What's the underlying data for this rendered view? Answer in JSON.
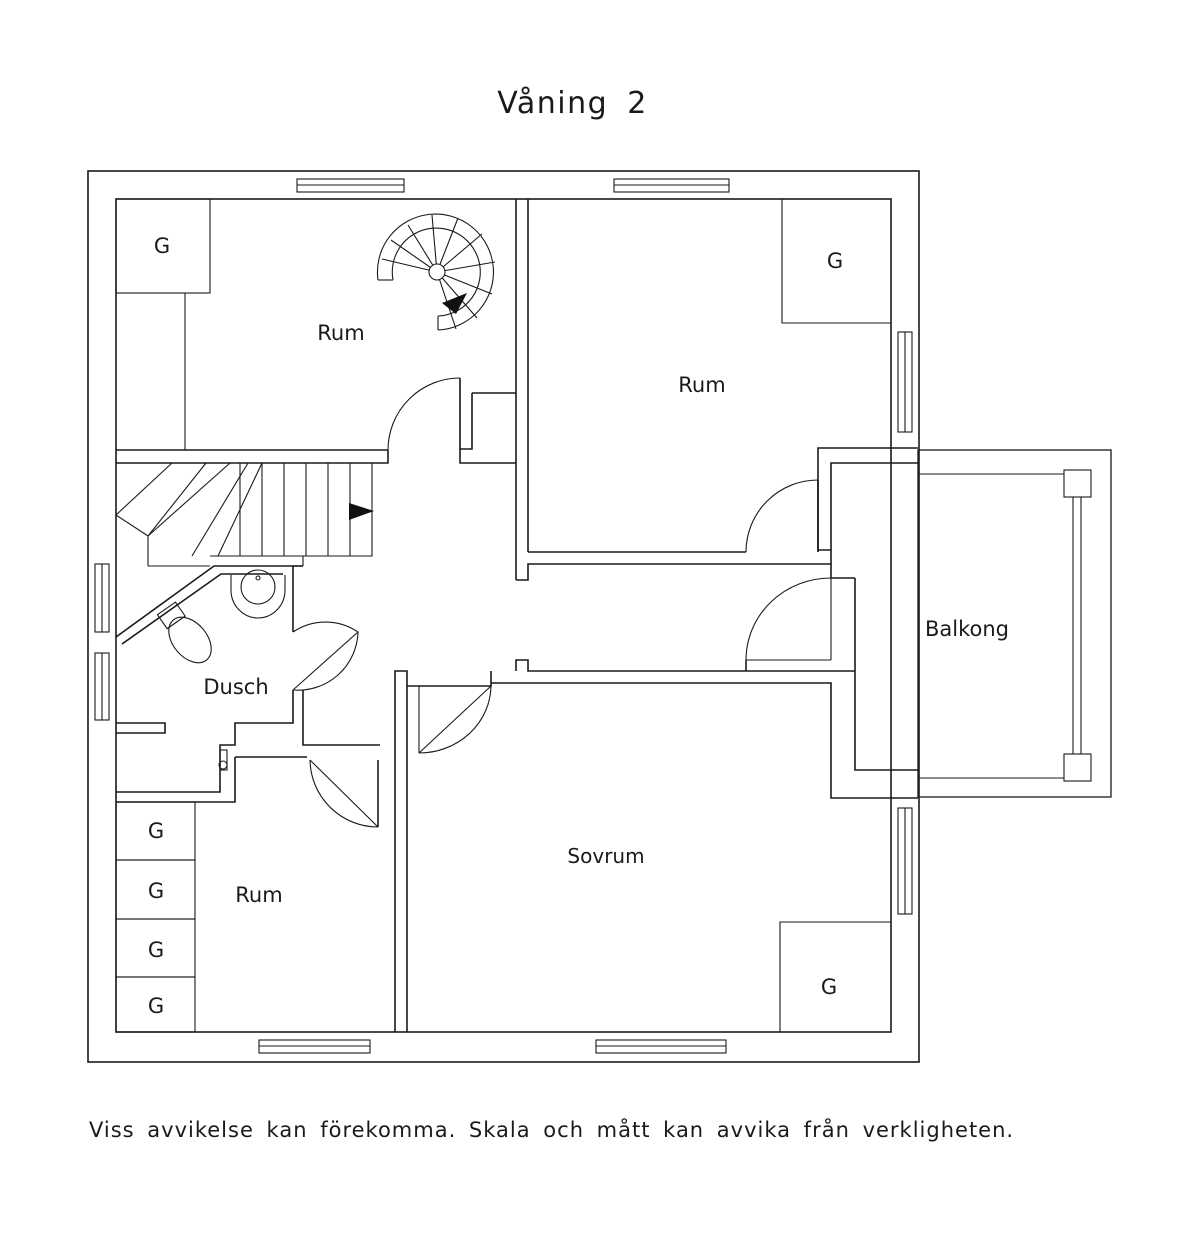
{
  "title": "Våning 2",
  "disclaimer": "Viss avvikelse kan förekomma. Skala och mått kan avvika från verkligheten.",
  "rooms": {
    "rum_top_left": "Rum",
    "rum_top_right": "Rum",
    "balkong": "Balkong",
    "dusch": "Dusch",
    "rum_bottom_left": "Rum",
    "sovrum": "Sovrum"
  },
  "closet_label": "G"
}
